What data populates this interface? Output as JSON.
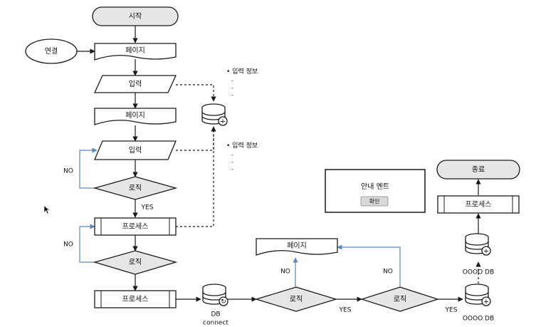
{
  "nodes": {
    "start": "시작",
    "connect": "연결",
    "page1": "페이지",
    "input1": "입력",
    "page2": "페이지",
    "input2": "입력",
    "logic1": "로직",
    "process1": "프로세스",
    "logic2": "로직",
    "process2": "프로세스",
    "db_connect_line1": "DB",
    "db_connect_line2": "connect",
    "logic3": "로직",
    "logic4": "로직",
    "page3": "페이지",
    "db_store1": "OOOO DB",
    "db_store2": "OOOO DB",
    "process3": "프로세스",
    "end": "종료"
  },
  "notes": {
    "input_info_1": "• 입력 정보",
    "input_info_2": "• 입력 정보",
    "dots": "-"
  },
  "edge_labels": {
    "no_1": "NO",
    "yes_1": "YES",
    "no_2": "NO",
    "yes_3": "YES",
    "no_3": "NO",
    "no_4": "NO",
    "yes_4": "YES"
  },
  "dialog": {
    "message": "안내 멘트",
    "confirm_button": "확인"
  },
  "colors": {
    "loop_arrow": "#5b87c4",
    "terminal_fill": "#d9d9d9",
    "decision_fill": "#e6e6e6"
  }
}
